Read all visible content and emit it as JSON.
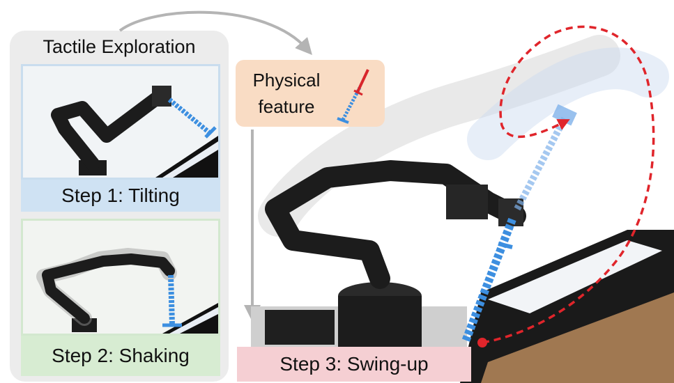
{
  "panel": {
    "title": "Tactile Exploration",
    "step1": "Step 1: Tilting",
    "step2": "Step 2: Shaking"
  },
  "feature": {
    "line1": "Physical",
    "line2": "feature"
  },
  "step3": "Step 3: Swing-up",
  "colors": {
    "panel_bg": "#ececec",
    "step1_bg": "#cfe2f3",
    "step2_bg": "#d7ecd2",
    "feature_bg": "#f9dcc4",
    "step3_bg": "#f5cfd3",
    "trajectory": "#e0252b",
    "stick_blue": "#3d8fe0",
    "robot_black": "#1c1c1c",
    "arrow_gray": "#b4b4b4"
  }
}
